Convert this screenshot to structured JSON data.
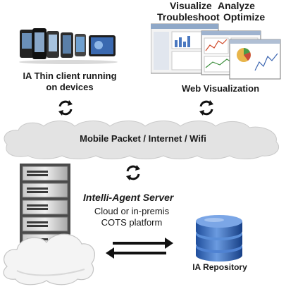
{
  "top_right_terms": {
    "visualize": "Visualize",
    "analyze": "Analyze",
    "troubleshoot": "Troubleshoot",
    "optimize": "Optimize"
  },
  "thin_client": {
    "line1": "IA Thin client running",
    "line2": "on devices"
  },
  "web_visualization": "Web Visualization",
  "network": "Mobile Packet / Internet / Wifi",
  "server": {
    "title": "Intelli-Agent Server",
    "subtitle_line1": "Cloud or in-premis",
    "subtitle_line2": "COTS platform"
  },
  "repository": "IA Repository",
  "icons": [
    "sync-arrows-icon",
    "server-rack-icon",
    "database-icon",
    "smartphone-icon",
    "tablet-icon",
    "monitor-screen-icon",
    "cloud-icon",
    "bidirectional-arrow-icon"
  ],
  "colors": {
    "cloud_fill": "#e3e3e3",
    "database_blue": "#3b6fc4",
    "text": "#1a1a1a"
  }
}
